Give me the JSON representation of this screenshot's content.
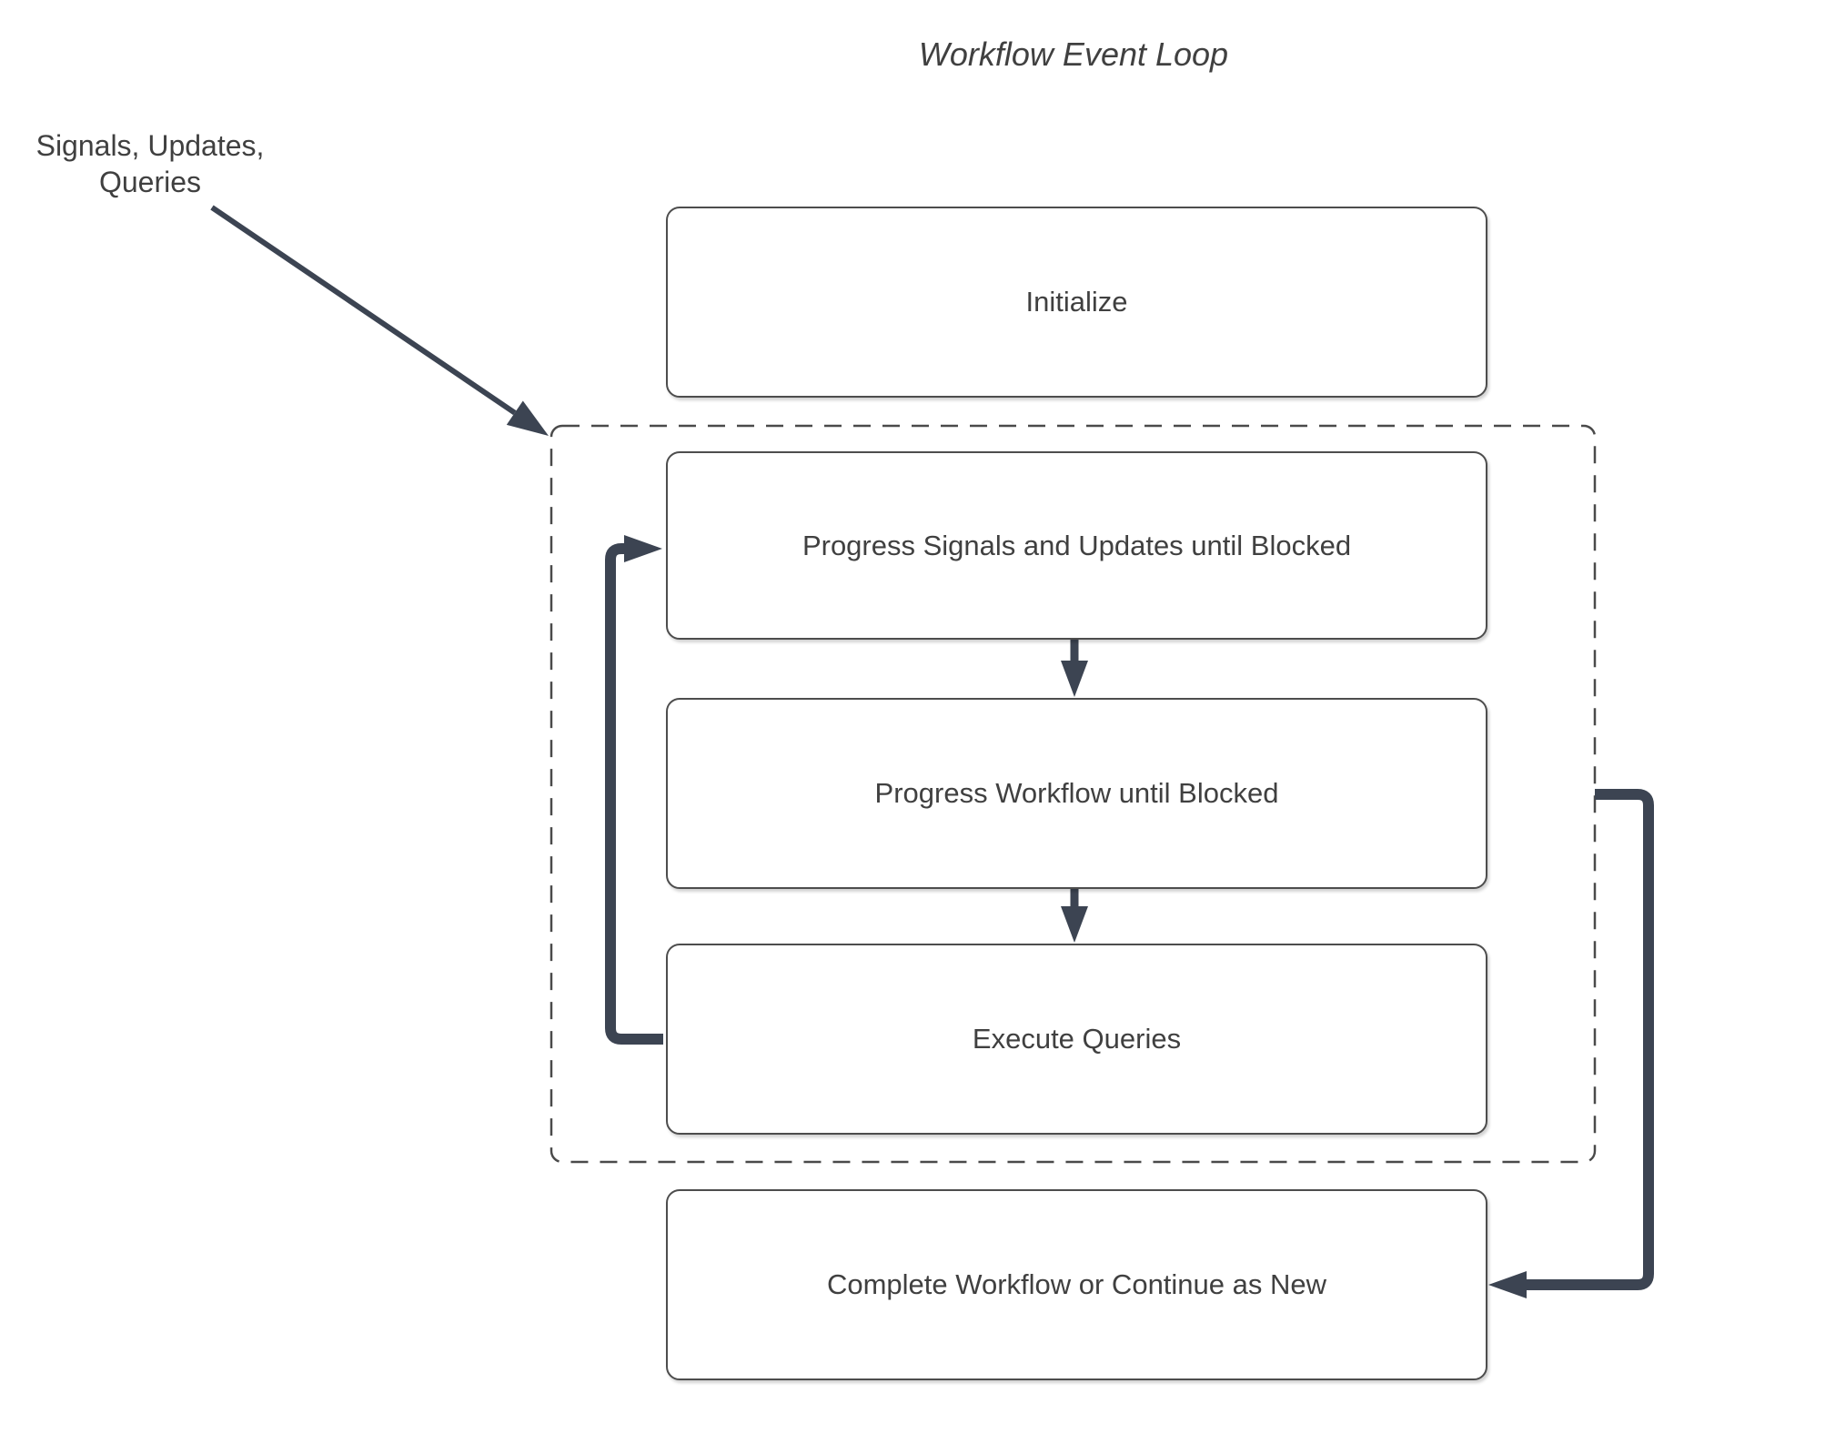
{
  "title": "Workflow Event Loop",
  "annotation": {
    "text": "Signals, Updates,\nQueries"
  },
  "nodes": {
    "initialize": {
      "label": "Initialize"
    },
    "progress_signals": {
      "label": "Progress Signals and Updates until Blocked"
    },
    "progress_workflow": {
      "label": "Progress Workflow until Blocked"
    },
    "execute_queries": {
      "label": "Execute Queries"
    },
    "complete": {
      "label": "Complete Workflow or Continue as New"
    }
  },
  "edges": [
    {
      "from": "signals-updates-queries-annotation",
      "to": "event-loop-group",
      "style": "thin-diagonal-arrow"
    },
    {
      "from": "progress_signals",
      "to": "progress_workflow",
      "style": "down-arrow"
    },
    {
      "from": "progress_workflow",
      "to": "execute_queries",
      "style": "down-arrow"
    },
    {
      "from": "execute_queries",
      "to": "progress_signals",
      "style": "thick-elbow-arrow-left-loop"
    },
    {
      "from": "event-loop-group",
      "to": "complete",
      "style": "thick-elbow-arrow-right-exit"
    }
  ],
  "colors": {
    "arrow": "#3c4452",
    "node-border": "#4d4d4d",
    "group-border": "#4a4a4a",
    "text": "#404040",
    "background": "#ffffff"
  }
}
